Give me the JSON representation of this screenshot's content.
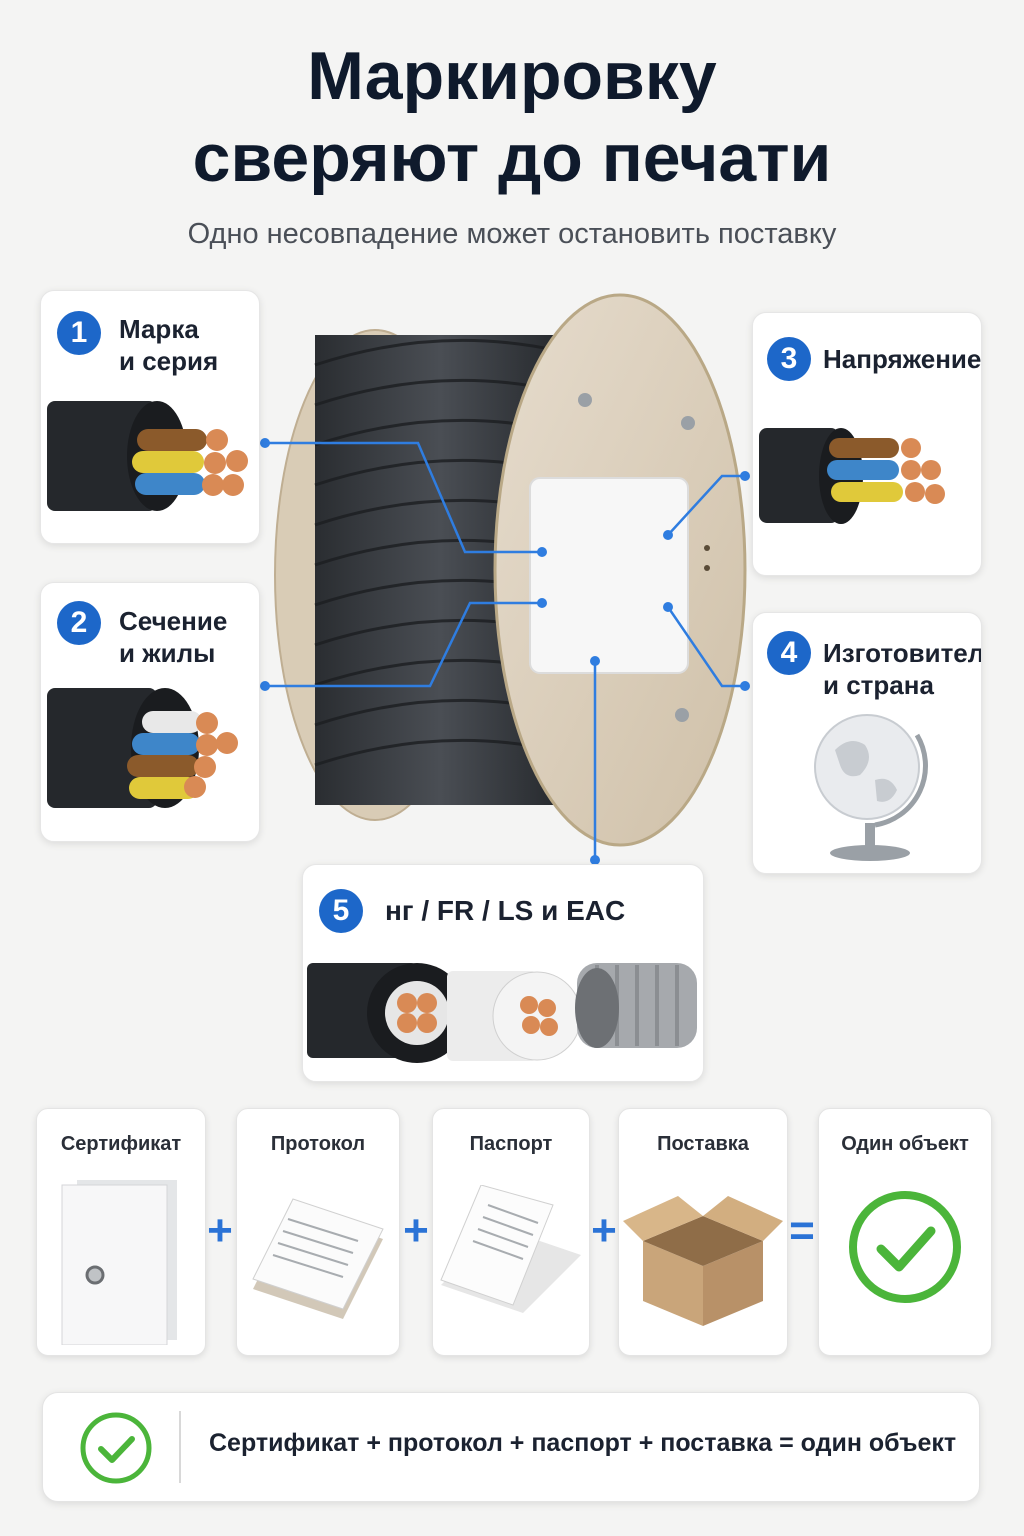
{
  "header": {
    "title_line1": "Маркировку",
    "title_line2": "сверяют до печати",
    "subtitle": "Одно несовпадение может остановить поставку"
  },
  "callouts": [
    {
      "number": "1",
      "line1": "Марка",
      "line2": "и серия"
    },
    {
      "number": "2",
      "line1": "Сечение",
      "line2": "и жилы"
    },
    {
      "number": "3",
      "line1": "Напряжение",
      "line2": ""
    },
    {
      "number": "4",
      "line1": "Изготовитель",
      "line2": "и страна"
    },
    {
      "number": "5",
      "line1": "нг / FR / LS и EAC",
      "line2": ""
    }
  ],
  "documents": [
    {
      "label": "Сертификат",
      "icon": "binder-icon"
    },
    {
      "label": "Протокол",
      "icon": "report-stack-icon"
    },
    {
      "label": "Паспорт",
      "icon": "booklet-icon"
    },
    {
      "label": "Поставка",
      "icon": "box-icon"
    },
    {
      "label": "Один объект",
      "icon": "check-circle-icon"
    }
  ],
  "operators": [
    "+",
    "+",
    "+",
    "="
  ],
  "footer": {
    "text": "Сертификат + протокол + паспорт + поставка = один объект"
  },
  "colors": {
    "accent_blue": "#1d67c9",
    "check_green": "#4bb53a",
    "title_dark": "#0f1a2c"
  }
}
